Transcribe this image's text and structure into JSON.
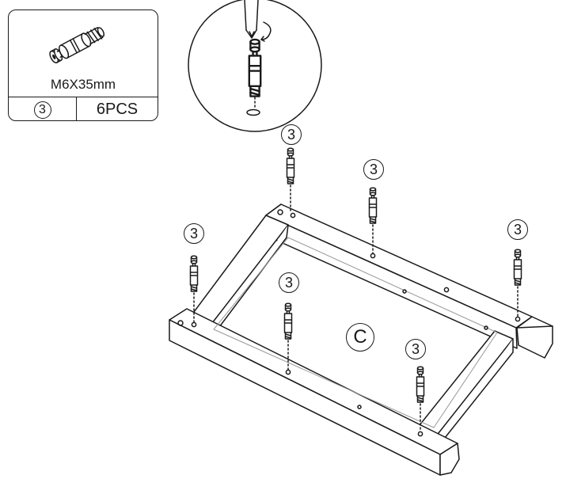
{
  "parts": {
    "spec": "M6X35mm",
    "id": "3",
    "quantity": "6PCS"
  },
  "callout_label": "3",
  "board_label": "C",
  "icons": {
    "bolt": "cam-bolt-icon",
    "screwdriver": "screwdriver-icon"
  }
}
